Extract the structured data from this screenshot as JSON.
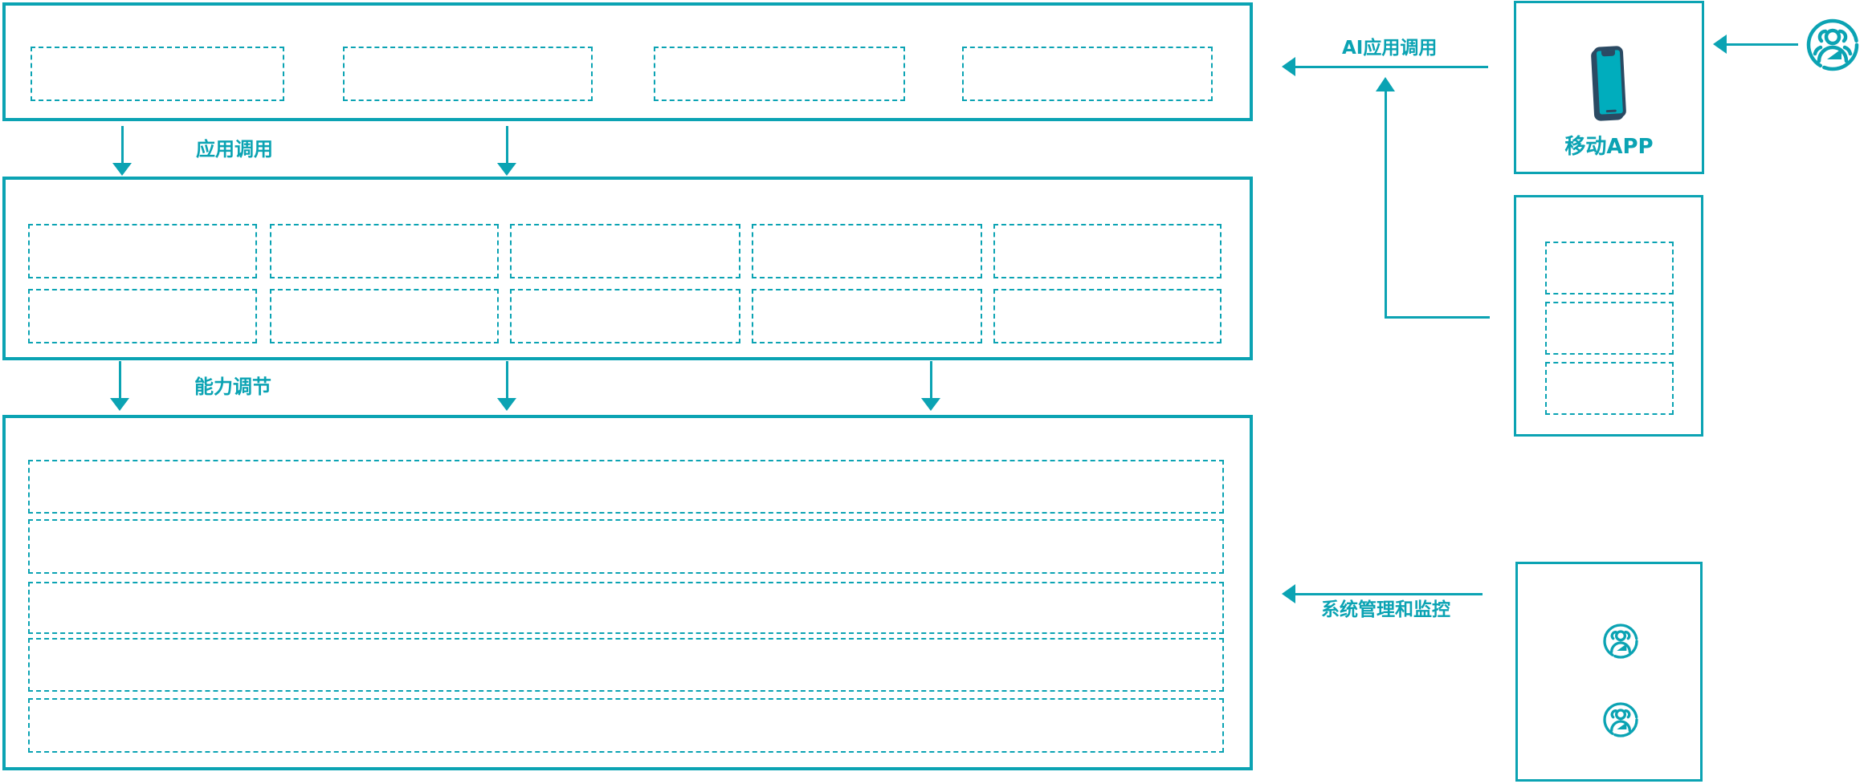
{
  "colors": {
    "teal": "#0ba3b3",
    "phone_frame_navy": "#2b4a63",
    "phone_screen_teal": "#00adbd"
  },
  "flow_labels": {
    "app_call": "应用调用",
    "capability_adjust": "能力调节",
    "ai_app_call": "AI应用调用",
    "system_management": "系统管理和监控"
  },
  "layers": {
    "top": {
      "slot_count": 4
    },
    "middle": {
      "slot_rows": 2,
      "slot_cols": 5
    },
    "bottom": {
      "row_count": 5
    }
  },
  "right_column": {
    "mobile_app": {
      "label": "移动APP",
      "icon": "smartphone-icon"
    },
    "service_panel": {
      "slot_count": 3
    },
    "admin_panel": {
      "icons": [
        "users-group-icon",
        "users-group-icon"
      ]
    }
  },
  "external": {
    "icon": "users-group-icon"
  }
}
